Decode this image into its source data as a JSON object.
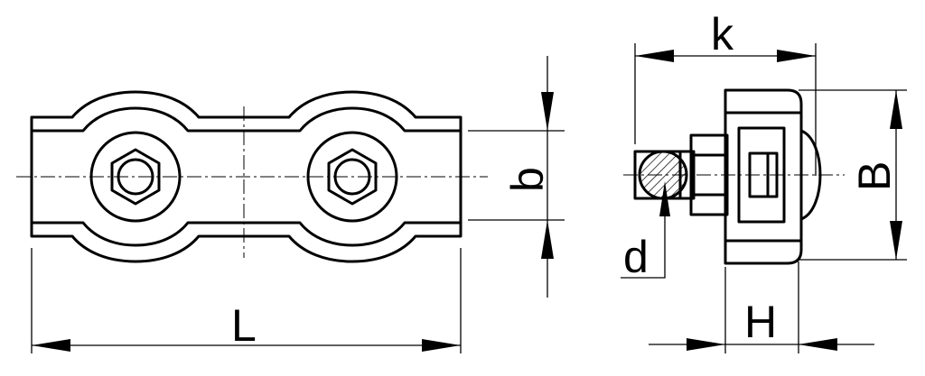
{
  "dimensions": {
    "length_label": "L",
    "bolt_spacing_label": "b",
    "wire_diameter_label": "d",
    "depth_label": "k",
    "width_label": "B",
    "height_label": "H"
  },
  "colors": {
    "line": "#000000",
    "background": "#ffffff"
  }
}
